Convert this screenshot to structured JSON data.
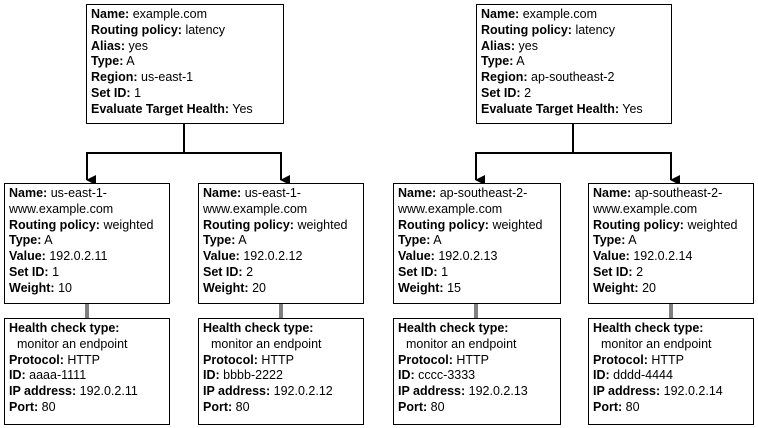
{
  "records": [
    {
      "name": "example.com",
      "routing_policy": "latency",
      "alias": "yes",
      "type": "A",
      "region": "us-east-1",
      "set_id": "1",
      "evaluate_target_health": "Yes",
      "children": [
        {
          "name_line1": "us-east-1-",
          "name_line2": "www.example.com",
          "routing_policy": "weighted",
          "type": "A",
          "value": "192.0.2.11",
          "set_id": "1",
          "weight": "10",
          "health_check": {
            "type": "monitor an endpoint",
            "protocol": "HTTP",
            "id": "aaaa-1111",
            "ip_address": "192.0.2.11",
            "port": "80"
          }
        },
        {
          "name_line1": "us-east-1-",
          "name_line2": "www.example.com",
          "routing_policy": "weighted",
          "type": "A",
          "value": "192.0.2.12",
          "set_id": "2",
          "weight": "20",
          "health_check": {
            "type": "monitor an endpoint",
            "protocol": "HTTP",
            "id": "bbbb-2222",
            "ip_address": "192.0.2.12",
            "port": "80"
          }
        }
      ]
    },
    {
      "name": "example.com",
      "routing_policy": "latency",
      "alias": "yes",
      "type": "A",
      "region": "ap-southeast-2",
      "set_id": "2",
      "evaluate_target_health": "Yes",
      "children": [
        {
          "name_line1": "ap-southeast-2-",
          "name_line2": "www.example.com",
          "routing_policy": "weighted",
          "type": "A",
          "value": "192.0.2.13",
          "set_id": "1",
          "weight": "15",
          "health_check": {
            "type": "monitor an endpoint",
            "protocol": "HTTP",
            "id": "cccc-3333",
            "ip_address": "192.0.2.13",
            "port": "80"
          }
        },
        {
          "name_line1": "ap-southeast-2-",
          "name_line2": "www.example.com",
          "routing_policy": "weighted",
          "type": "A",
          "value": "192.0.2.14",
          "set_id": "2",
          "weight": "20",
          "health_check": {
            "type": "monitor an endpoint",
            "protocol": "HTTP",
            "id": "dddd-4444",
            "ip_address": "192.0.2.14",
            "port": "80"
          }
        }
      ]
    }
  ],
  "labels": {
    "name": "Name:",
    "routing_policy": "Routing policy:",
    "alias": "Alias:",
    "type": "Type:",
    "region": "Region:",
    "set_id": "Set ID:",
    "evaluate_target_health": "Evaluate Target Health:",
    "value": "Value:",
    "weight": "Weight:",
    "health_check_type": "Health check type:",
    "protocol": "Protocol:",
    "id": "ID:",
    "ip_address": "IP address:",
    "port": "Port:"
  }
}
